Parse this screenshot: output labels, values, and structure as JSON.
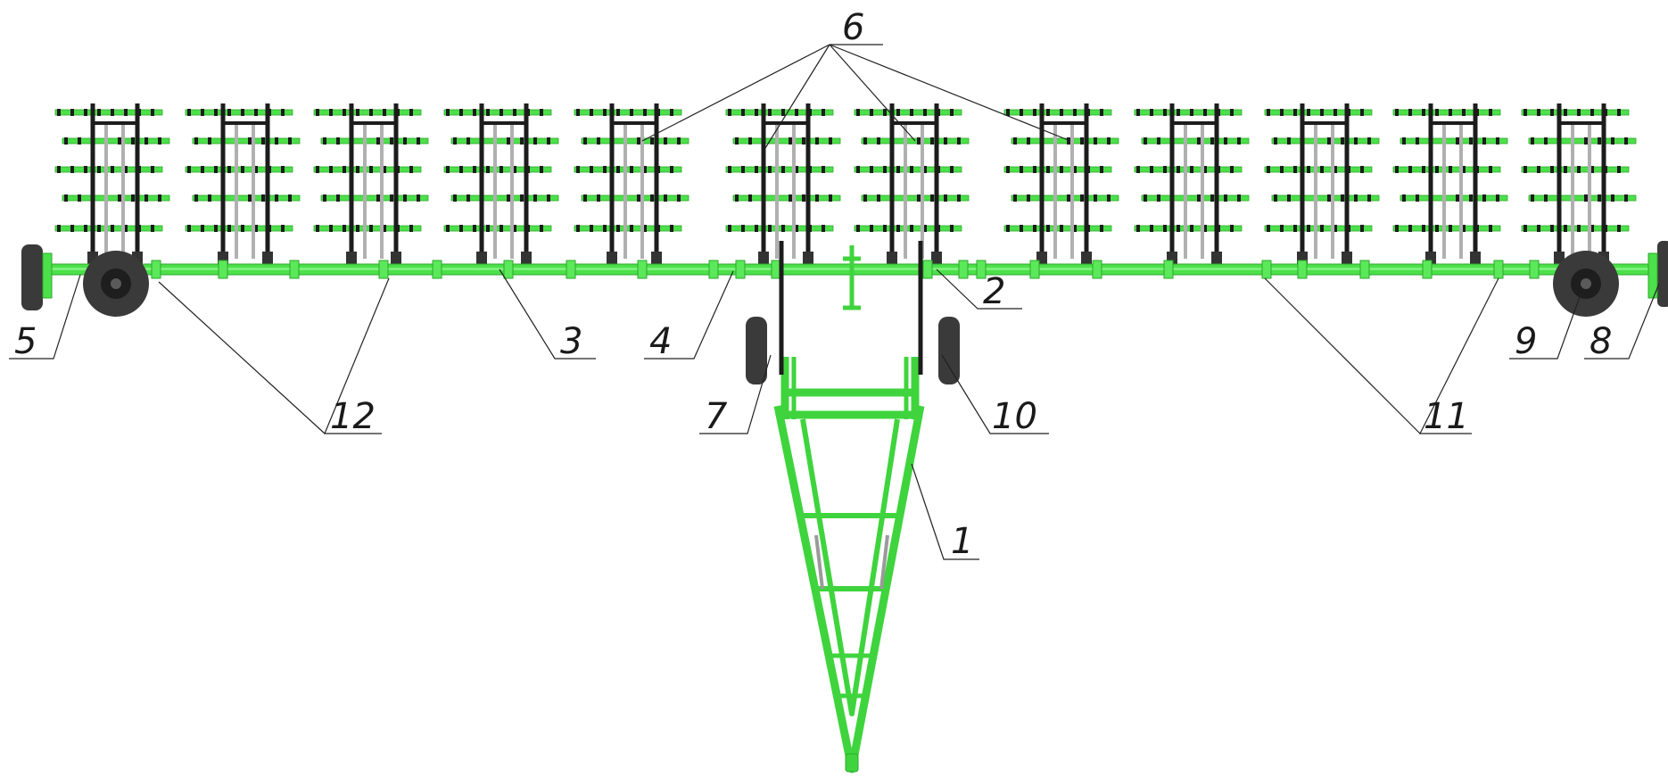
{
  "colors": {
    "frame_green": "#4ce04a",
    "frame_dark_green": "#2ea82c",
    "tine_dark": "#1c1c1c",
    "tine_tip_green": "#3fd43d",
    "wheel_tire": "#3a3a3a",
    "wheel_hub": "#1e1e1e",
    "leader_line": "#222222"
  },
  "callouts": [
    {
      "id": "1",
      "label": "1"
    },
    {
      "id": "2",
      "label": "2"
    },
    {
      "id": "3",
      "label": "3"
    },
    {
      "id": "4",
      "label": "4"
    },
    {
      "id": "5",
      "label": "5"
    },
    {
      "id": "6",
      "label": "6"
    },
    {
      "id": "7",
      "label": "7"
    },
    {
      "id": "8",
      "label": "8"
    },
    {
      "id": "9",
      "label": "9"
    },
    {
      "id": "10",
      "label": "10"
    },
    {
      "id": "11",
      "label": "11"
    },
    {
      "id": "12",
      "label": "12"
    }
  ]
}
